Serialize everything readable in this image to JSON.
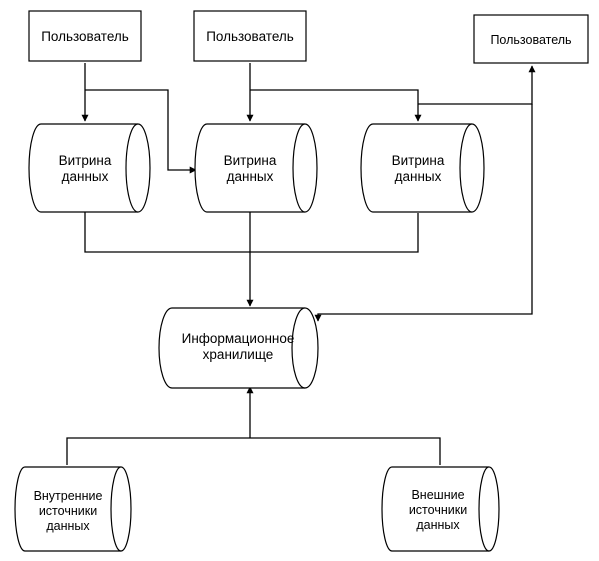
{
  "diagram": {
    "users": [
      {
        "label": "Пользователь"
      },
      {
        "label": "Пользователь"
      },
      {
        "label": "Пользователь"
      }
    ],
    "marts": [
      {
        "line1": "Витрина",
        "line2": "данных"
      },
      {
        "line1": "Витрина",
        "line2": "данных"
      },
      {
        "line1": "Витрина",
        "line2": "данных"
      }
    ],
    "warehouse": {
      "line1": "Информационное",
      "line2": "хранилище"
    },
    "sources": [
      {
        "line1": "Внутренние",
        "line2": "источники",
        "line3": "данных"
      },
      {
        "line1": "Внешние",
        "line2": "источники",
        "line3": "данных"
      }
    ],
    "colors": {
      "stroke": "#000000",
      "fill": "#ffffff",
      "background": "#ffffff"
    }
  }
}
